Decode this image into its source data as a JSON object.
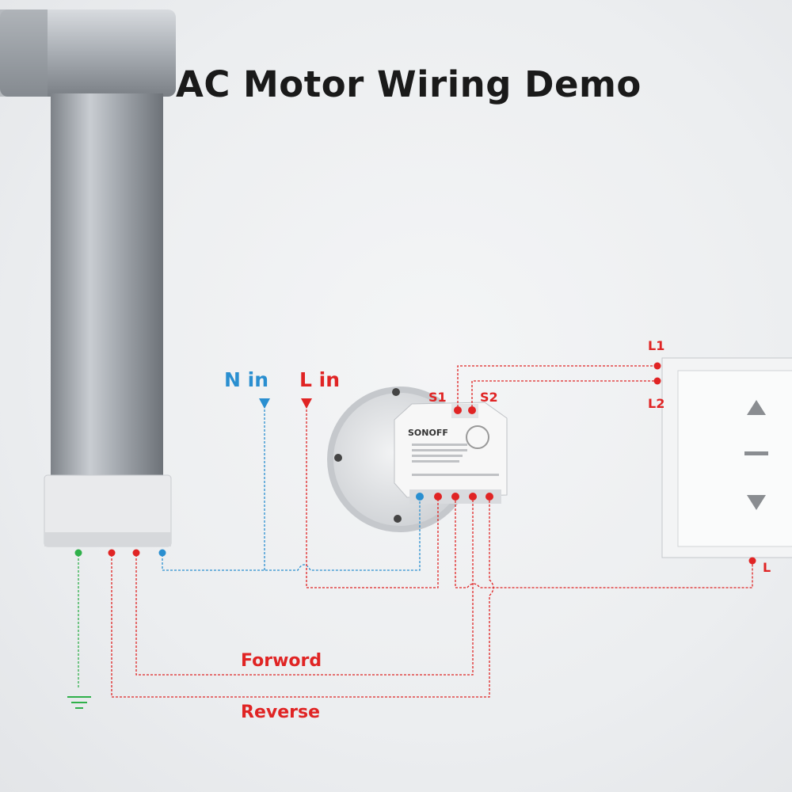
{
  "title": "AC Motor Wiring Demo",
  "labels": {
    "n_in": "N in",
    "l_in": "L in",
    "s1": "S1",
    "s2": "S2",
    "l1": "L1",
    "l2": "L2",
    "l": "L",
    "forward": "Forword",
    "reverse": "Reverse"
  },
  "module": {
    "brand": "SONOFF"
  },
  "colors": {
    "neutral": "#2a8fd0",
    "live": "#e02424",
    "ground": "#2fb04a",
    "wall": "#eceef0"
  },
  "icons": [
    "up-arrow-icon",
    "down-arrow-icon",
    "ground-symbol-icon"
  ]
}
